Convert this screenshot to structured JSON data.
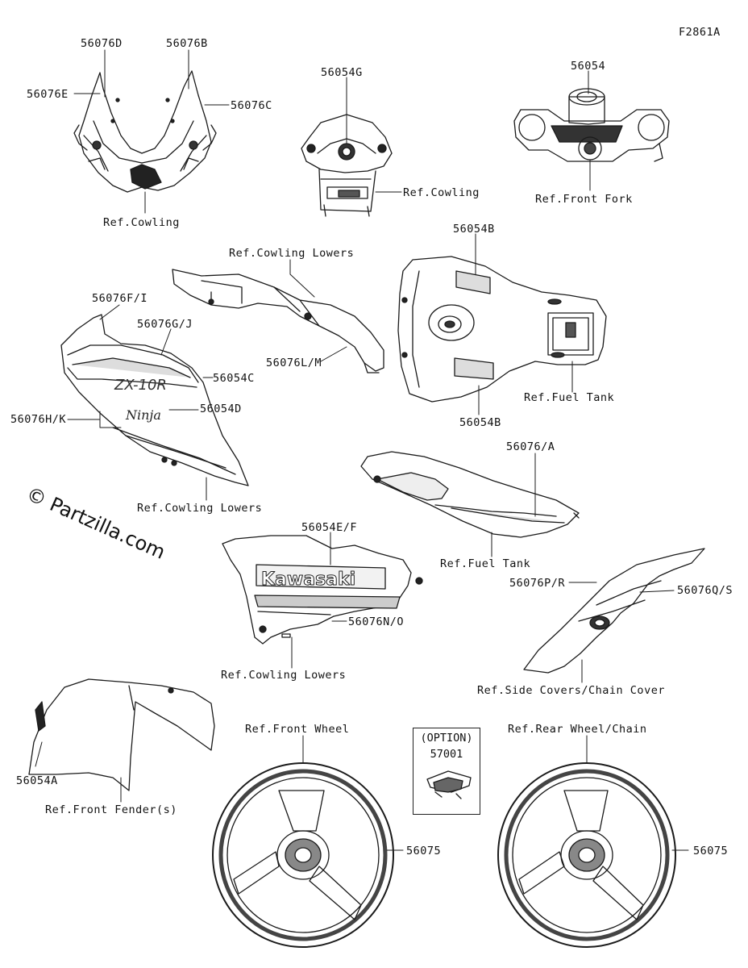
{
  "figure_code": "F2861A",
  "watermark": "© Partzilla.com",
  "labels": {
    "p56076D": "56076D",
    "p56076B": "56076B",
    "p56076E": "56076E",
    "p56076C": "56076C",
    "ref_cowling_1": "Ref.Cowling",
    "p56054G": "56054G",
    "ref_cowling_2": "Ref.Cowling",
    "p56054": "56054",
    "ref_front_fork": "Ref.Front Fork",
    "ref_cowling_lowers_1": "Ref.Cowling Lowers",
    "p56054B_top": "56054B",
    "p56076FI": "56076F/I",
    "p56076GJ": "56076G/J",
    "p56054C": "56054C",
    "p56076LM": "56076L/M",
    "p56076HK": "56076H/K",
    "p56054D": "56054D",
    "ref_fuel_tank_1": "Ref.Fuel Tank",
    "p56054B_bottom": "56054B",
    "ref_cowling_lowers_2": "Ref.Cowling Lowers",
    "p56076A": "56076/A",
    "p56054EF": "56054E/F",
    "ref_fuel_tank_2": "Ref.Fuel Tank",
    "p56076PR": "56076P/R",
    "p56076QS": "56076Q/S",
    "p56076NO": "56076N/O",
    "ref_cowling_lowers_3": "Ref.Cowling Lowers",
    "ref_side_covers": "Ref.Side Covers/Chain Cover",
    "ref_front_wheel": "Ref.Front Wheel",
    "option": "(OPTION)",
    "p57001": "57001",
    "ref_rear_wheel": "Ref.Rear Wheel/Chain",
    "p56054A": "56054A",
    "ref_front_fender": "Ref.Front Fender(s)",
    "p56075_left": "56075",
    "p56075_right": "56075"
  },
  "decal_text": {
    "kawasaki": "Kawasaki",
    "ninja": "Ninja",
    "model": "ZX-10R"
  }
}
